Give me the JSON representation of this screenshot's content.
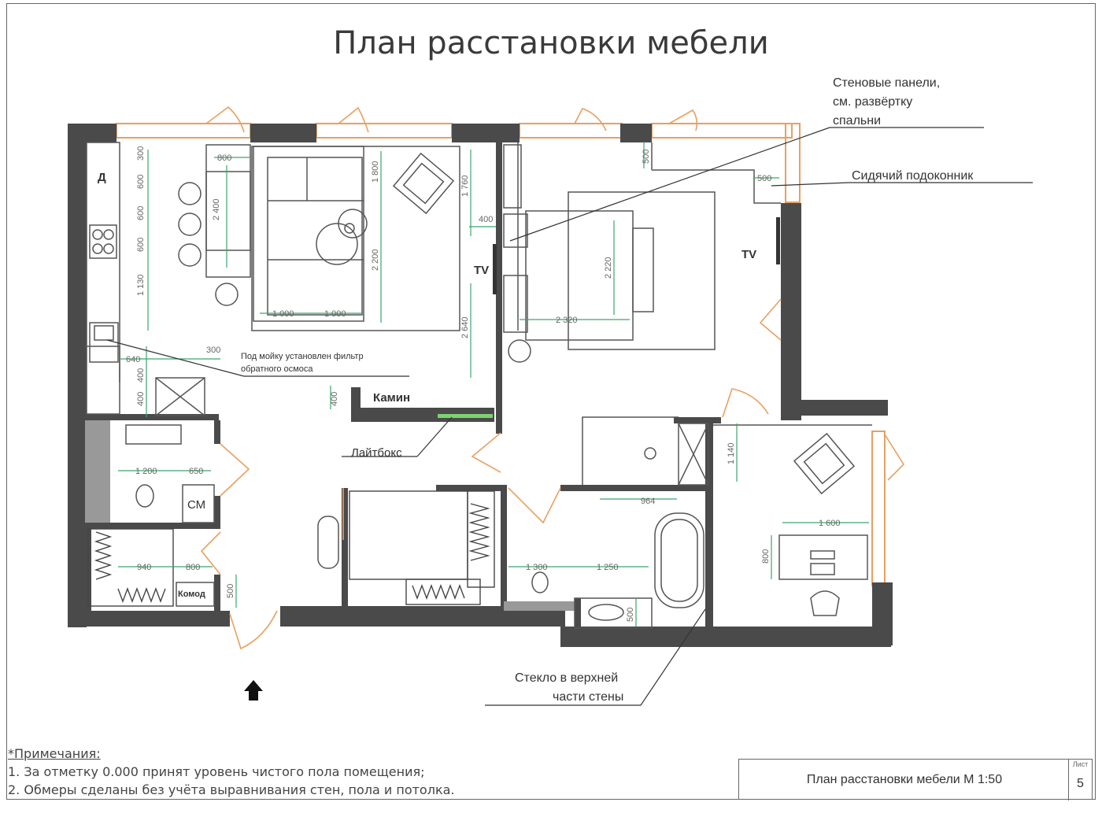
{
  "title": "План расстановки мебели",
  "labels": {
    "wall_panels": [
      "Стеновые панели,",
      "см. развёртку",
      "спальни"
    ],
    "window_seat": "Сидячий подоконник",
    "filter_note": [
      "Под мойку установлен фильтр",
      "обратного осмоса"
    ],
    "fireplace": "Камин",
    "lightbox": "Лайтбокс",
    "glass_note": [
      "Стекло в верхней",
      "части стены"
    ],
    "tv_1": "TV",
    "tv_2": "TV",
    "fridge": "Д",
    "washer": "СМ",
    "dresser": "Комод"
  },
  "dimensions": {
    "d800_sofa": "800",
    "d2400": "2 400",
    "d1800": "1 800",
    "d1760": "1 760",
    "d2200": "2 200",
    "d1000a": "1 000",
    "d1000b": "1 000",
    "d300": "300",
    "d600a": "600",
    "d600b": "600",
    "d600c": "600",
    "d1130": "1 130",
    "d640": "640",
    "d300b": "300",
    "d400a": "400",
    "d400b": "400",
    "d2640": "2 640",
    "d400c": "400",
    "d400d": "400",
    "d500a": "500",
    "d500b": "500",
    "d2320": "2 320",
    "d2220": "2 220",
    "d1200": "1 200",
    "d650": "650",
    "d940": "940",
    "d800b": "800",
    "d500c": "500",
    "d964": "964",
    "d1140": "1 140",
    "d1300": "1 300",
    "d1250": "1 250",
    "d500d": "500",
    "d1600": "1 600",
    "d800c": "800"
  },
  "notes": {
    "title": "*Примечания:",
    "line1": "1. За отметку 0.000 принят уровень чистого пола помещения;",
    "line2": "2. Обмеры сделаны без учёта выравнивания стен, пола и потолка."
  },
  "stamp": {
    "text": "План расстановки мебели М 1:50",
    "sheet_label": "Лист",
    "sheet_number": "5"
  },
  "colors": {
    "wall": "#4a4a4a",
    "window": "#e8a060",
    "dimension": "#3aa66a",
    "lightbox": "#7bd36f",
    "line": "#555555"
  }
}
